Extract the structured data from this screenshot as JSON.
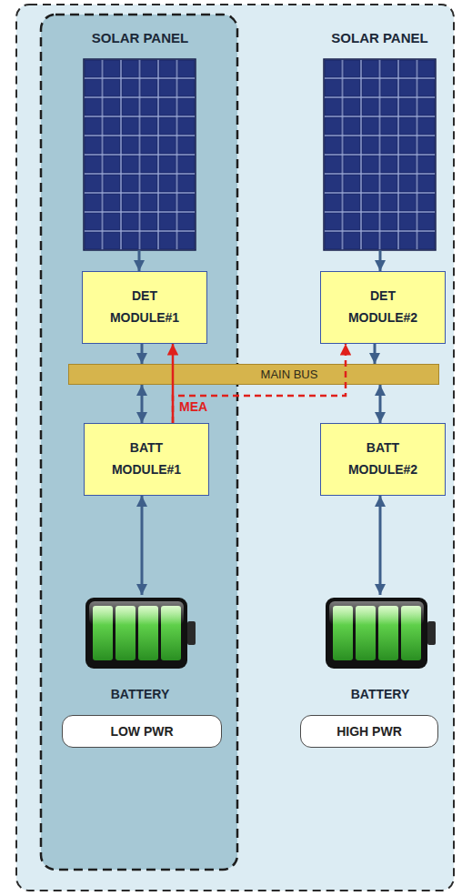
{
  "diagram": {
    "nodes": [
      {
        "text": [
          "SOLAR PANEL"
        ]
      },
      {
        "text": [
          "SOLAR PANEL"
        ]
      },
      {
        "text": [
          "DET MODULE#1"
        ]
      },
      {
        "text": [
          "DET MODULE#2"
        ]
      },
      {
        "text": [
          "MAIN BUS"
        ]
      },
      {
        "text": [
          "BATT MODULE#1"
        ]
      },
      {
        "text": [
          "BATT MODULE#2"
        ]
      },
      {
        "text": [
          "BATTERY"
        ]
      },
      {
        "text": [
          "BATTERY"
        ]
      },
      {
        "text": [
          "LOW PWR"
        ]
      },
      {
        "text": [
          "HIGH PWR"
        ]
      }
    ],
    "edges": [
      {
        "from": 0,
        "to": 2,
        "arrow": "to"
      },
      {
        "from": 1,
        "to": 3,
        "arrow": "to"
      },
      {
        "from": 2,
        "to": 4,
        "arrow": "to"
      },
      {
        "from": 3,
        "to": 4,
        "arrow": "to"
      },
      {
        "from": 4,
        "to": 5,
        "arrow": "both"
      },
      {
        "from": 4,
        "to": 6,
        "arrow": "both"
      },
      {
        "from": 5,
        "to": 7,
        "arrow": "both"
      },
      {
        "from": 6,
        "to": 8,
        "arrow": "both"
      },
      {
        "from": 5,
        "to": 2,
        "label": "MEA",
        "arrow": "to"
      },
      {
        "from": 5,
        "to": 3,
        "arrow": "to"
      }
    ]
  }
}
